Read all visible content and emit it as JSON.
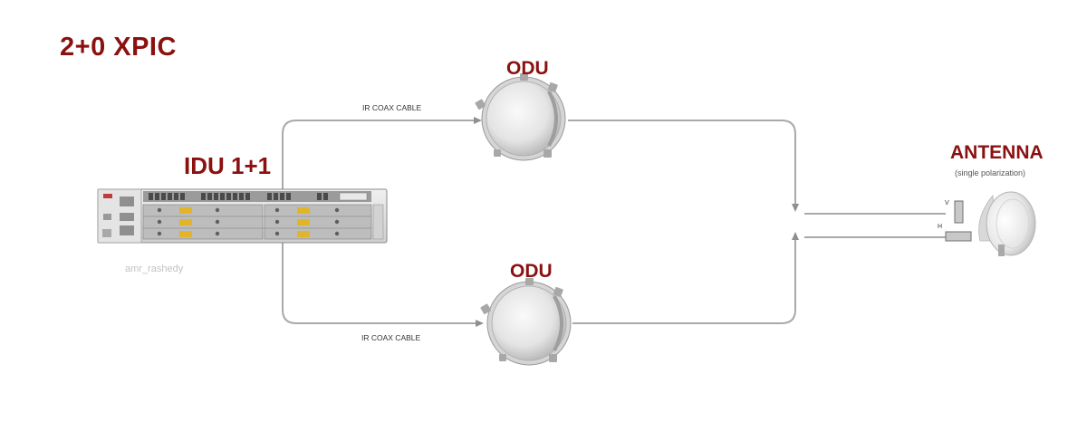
{
  "diagram": {
    "title": "2+0 XPIC",
    "idu": {
      "label": "IDU 1+1",
      "watermark": "amr_rashedy"
    },
    "odu_top": {
      "label": "ODU",
      "cable_label": "IR COAX CABLE"
    },
    "odu_bottom": {
      "label": "ODU",
      "cable_label": "IR COAX CABLE"
    },
    "antenna": {
      "label": "ANTENNA",
      "subtitle": "(single polarization)",
      "port_v": "V",
      "port_h": "H"
    }
  },
  "colors": {
    "accent": "#8b1010",
    "connector": "#a9a9a9",
    "arrow": "#8f8f8f",
    "card_yellow": "#e2b42a"
  },
  "icons": [
    "idu-chassis-icon",
    "odu-radio-icon",
    "antenna-dish-icon",
    "waveguide-v-icon",
    "waveguide-h-icon"
  ]
}
